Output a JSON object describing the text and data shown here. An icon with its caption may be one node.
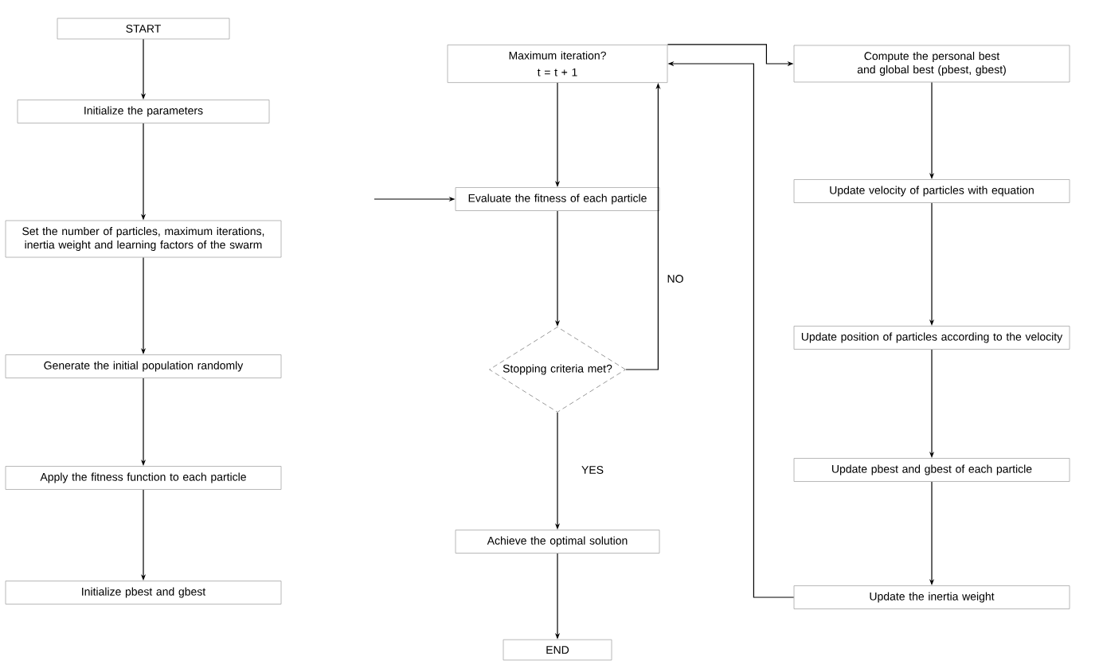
{
  "diagram": {
    "nodes": [
      {
        "text": [
          "START"
        ]
      },
      {
        "text": [
          "Initialize the parameters"
        ]
      },
      {
        "text": [
          "Set the number of particles, maximum iterations, inertia weight and learning factors of the swarm"
        ]
      },
      {
        "text": [
          "Generate the initial population randomly"
        ]
      },
      {
        "text": [
          "Apply the fitness function to each particle"
        ]
      },
      {
        "text": [
          "Initialize pbest and gbest"
        ]
      },
      {
        "text": [
          "Maximum iteration?",
          "t = t + 1"
        ]
      },
      {
        "text": [
          "Evaluate the fitness of each particle"
        ]
      },
      {
        "text": [
          "Stopping criteria met?"
        ]
      },
      {
        "text": [
          "Achieve the optimal solution"
        ]
      },
      {
        "text": [
          "END"
        ]
      },
      {
        "text": [
          "Compute the personal best and global best (pbest, gbest)"
        ]
      },
      {
        "text": [
          "Update velocity of particles with equation"
        ]
      },
      {
        "text": [
          "Update position of particles according to the velocity"
        ]
      },
      {
        "text": [
          "Update pbest and gbest of each particle"
        ]
      },
      {
        "text": [
          "Update the inertia weight"
        ]
      }
    ],
    "edges": [
      {
        "from": 0,
        "to": 1,
        "arrow": "to"
      },
      {
        "from": 1,
        "to": 2,
        "arrow": "to"
      },
      {
        "from": 2,
        "to": 3,
        "arrow": "to"
      },
      {
        "from": 3,
        "to": 4,
        "arrow": "to"
      },
      {
        "from": 4,
        "to": 5,
        "arrow": "to"
      },
      {
        "from": null,
        "to": 7,
        "arrow": "to"
      },
      {
        "from": 6,
        "to": 7,
        "arrow": "to"
      },
      {
        "from": 7,
        "to": 8,
        "arrow": "to"
      },
      {
        "from": 8,
        "to": 9,
        "arrow": "to",
        "label": "YES"
      },
      {
        "from": 9,
        "to": 10,
        "arrow": "to"
      },
      {
        "from": 8,
        "to": 6,
        "arrow": "to",
        "label": "NO"
      },
      {
        "from": 15,
        "to": 6,
        "arrow": "to"
      },
      {
        "from": 6,
        "to": 11,
        "arrow": "to"
      },
      {
        "from": 11,
        "to": 12,
        "arrow": "to"
      },
      {
        "from": 12,
        "to": 13,
        "arrow": "to"
      },
      {
        "from": 13,
        "to": 14,
        "arrow": "to"
      },
      {
        "from": 14,
        "to": 15,
        "arrow": "to"
      }
    ]
  }
}
